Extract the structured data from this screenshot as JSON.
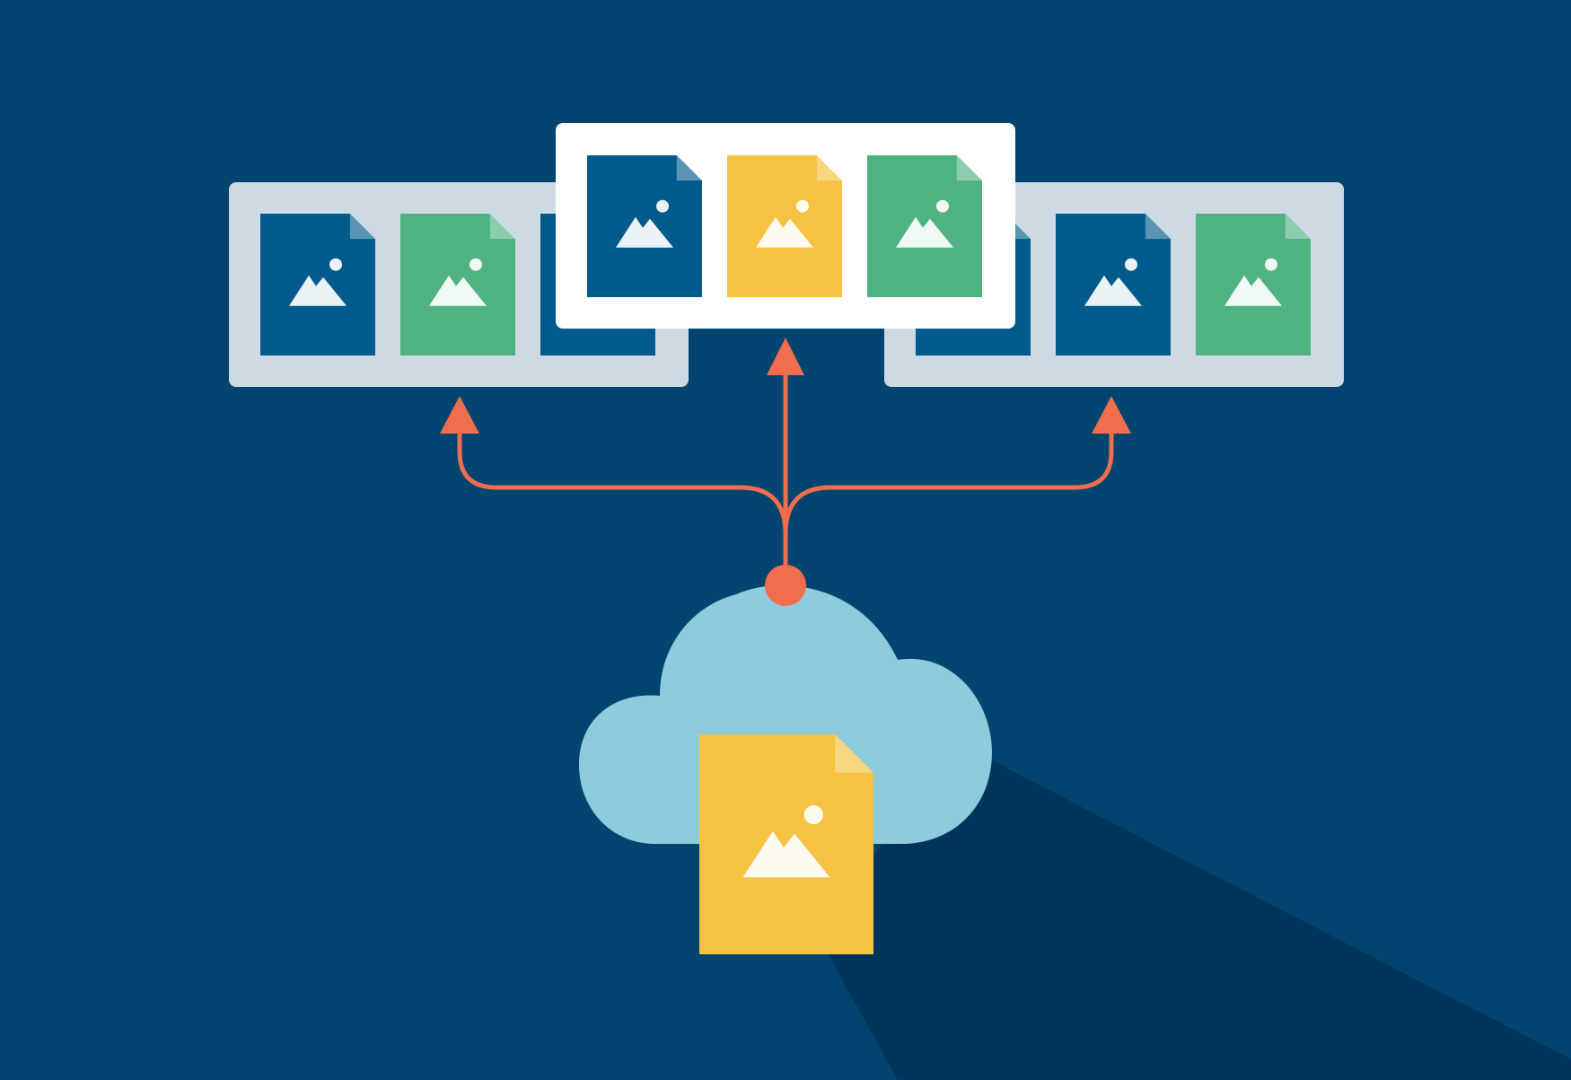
{
  "diagram": {
    "type": "cloud-distribution",
    "colors": {
      "background": "#00446f",
      "shadow": "#00345a",
      "panel_side": "#cddae4",
      "panel_center": "#ffffff",
      "arrow": "#f06e4e",
      "cloud": "#8ecbdd",
      "file_navy": "#005b8c",
      "file_green": "#4fb281",
      "file_yellow": "#f5c241",
      "mountain": "#ffffff"
    },
    "icons": {
      "file": "image-file-icon",
      "cloud": "cloud-icon",
      "arrow": "arrow-up-icon",
      "node": "connector-dot-icon"
    },
    "panels": [
      {
        "name": "left-gallery",
        "files": [
          "file_navy",
          "file_green",
          "file_navy"
        ]
      },
      {
        "name": "center-gallery",
        "files": [
          "file_navy",
          "file_yellow",
          "file_green"
        ]
      },
      {
        "name": "right-gallery",
        "files": [
          "file_navy",
          "file_navy",
          "file_green"
        ]
      }
    ],
    "source": {
      "name": "cloud-source-file",
      "file": "file_yellow"
    }
  }
}
